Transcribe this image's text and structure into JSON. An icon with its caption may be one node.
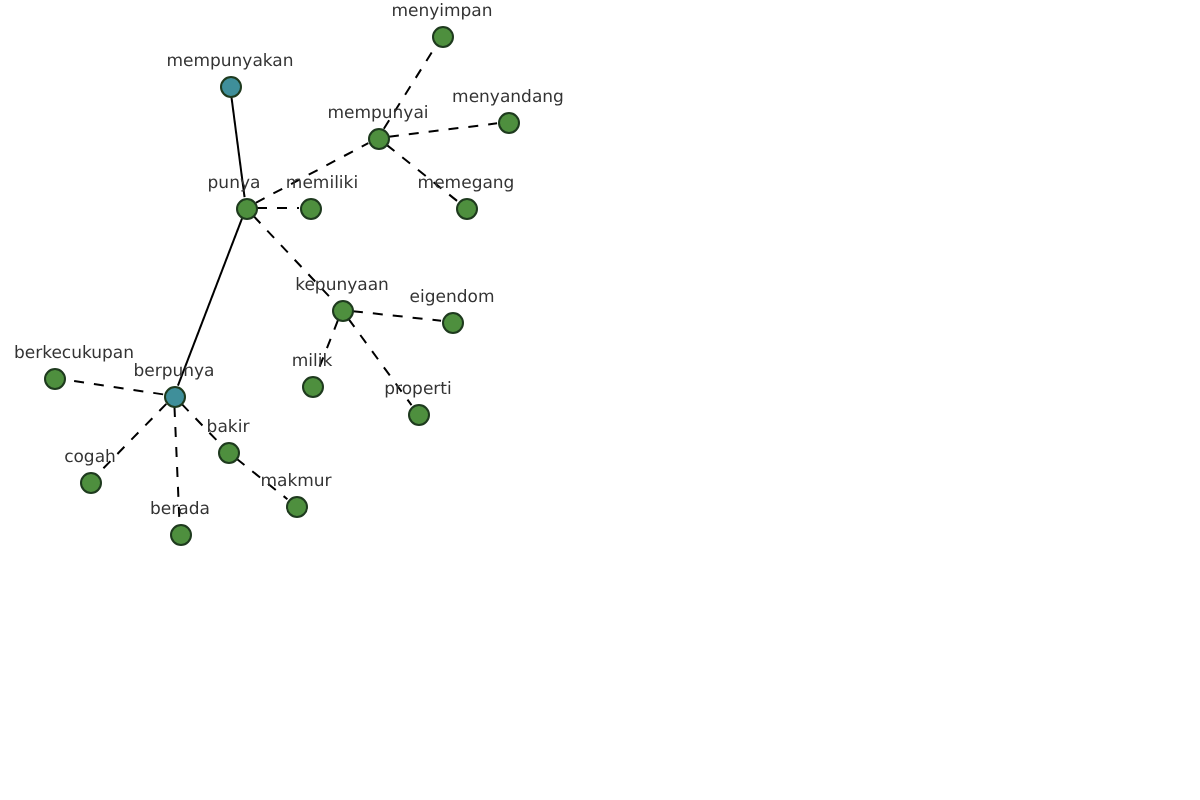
{
  "diagram": {
    "nodes": [
      {
        "text": [
          "mempunyakan"
        ]
      },
      {
        "text": [
          "punya"
        ]
      },
      {
        "text": [
          "memiliki"
        ]
      },
      {
        "text": [
          "mempunyai"
        ]
      },
      {
        "text": [
          "menyimpan"
        ]
      },
      {
        "text": [
          "menyandang"
        ]
      },
      {
        "text": [
          "memegang"
        ]
      },
      {
        "text": [
          "kepunyaan"
        ]
      },
      {
        "text": [
          "eigendom"
        ]
      },
      {
        "text": [
          "milik"
        ]
      },
      {
        "text": [
          "properti"
        ]
      },
      {
        "text": [
          "berpunya"
        ]
      },
      {
        "text": [
          "berkecukupan"
        ]
      },
      {
        "text": [
          "cogah"
        ]
      },
      {
        "text": [
          "berada"
        ]
      },
      {
        "text": [
          "bakir"
        ]
      },
      {
        "text": [
          "makmur"
        ]
      }
    ],
    "edges": [
      {
        "from": 0,
        "to": 1,
        "arrow": "none"
      },
      {
        "from": 1,
        "to": 11,
        "arrow": "none"
      },
      {
        "from": 1,
        "to": 2,
        "arrow": "none",
        "style": "dashed"
      },
      {
        "from": 1,
        "to": 3,
        "arrow": "none",
        "style": "dashed"
      },
      {
        "from": 1,
        "to": 7,
        "arrow": "none",
        "style": "dashed"
      },
      {
        "from": 3,
        "to": 4,
        "arrow": "none",
        "style": "dashed"
      },
      {
        "from": 3,
        "to": 5,
        "arrow": "none",
        "style": "dashed"
      },
      {
        "from": 3,
        "to": 6,
        "arrow": "none",
        "style": "dashed"
      },
      {
        "from": 7,
        "to": 8,
        "arrow": "none",
        "style": "dashed"
      },
      {
        "from": 7,
        "to": 9,
        "arrow": "none",
        "style": "dashed"
      },
      {
        "from": 7,
        "to": 10,
        "arrow": "none",
        "style": "dashed"
      },
      {
        "from": 11,
        "to": 12,
        "arrow": "none",
        "style": "dashed"
      },
      {
        "from": 11,
        "to": 13,
        "arrow": "none",
        "style": "dashed"
      },
      {
        "from": 11,
        "to": 14,
        "arrow": "none",
        "style": "dashed"
      },
      {
        "from": 11,
        "to": 15,
        "arrow": "none",
        "style": "dashed"
      },
      {
        "from": 15,
        "to": 16,
        "arrow": "none",
        "style": "dashed"
      }
    ]
  }
}
